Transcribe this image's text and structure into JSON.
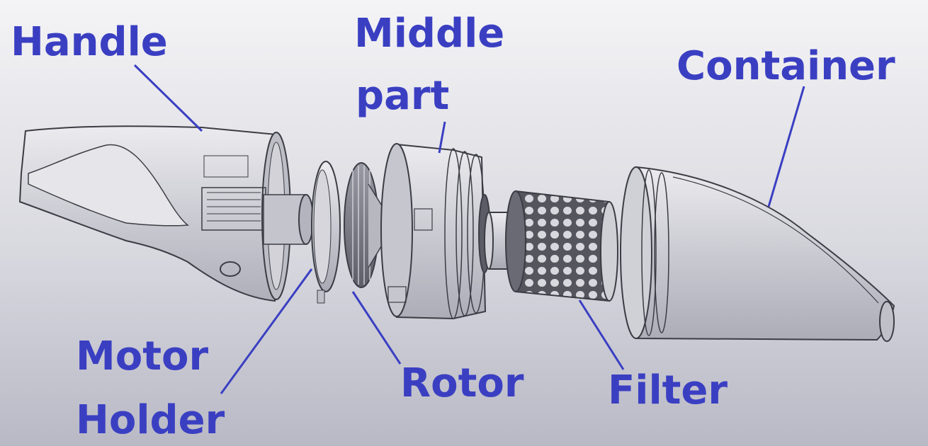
{
  "colors": {
    "label": "#3a3fc2",
    "leader": "#3a3fc2",
    "part_stroke": "#3c3c44",
    "part_fill": "#cfcfd6"
  },
  "labels": {
    "handle": "Handle",
    "middle_part_line1": "Middle",
    "middle_part_line2": "part",
    "container": "Container",
    "motor_holder_line1": "Motor",
    "motor_holder_line2": "Holder",
    "rotor": "Rotor",
    "filter": "Filter"
  }
}
